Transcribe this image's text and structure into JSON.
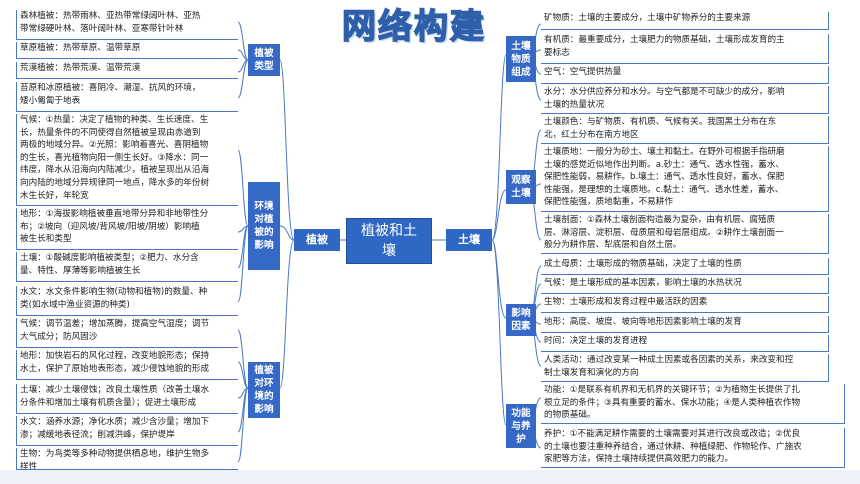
{
  "title": "网络构建",
  "center": {
    "label": "植被和土\n壤"
  },
  "left": {
    "label": "植被",
    "groups": [
      {
        "label": "植被\n类型",
        "items": [
          {
            "lines": [
              "森林植被：热带雨林、亚热带常绿阔叶林、亚热",
              "带常绿硬叶林、落叶阔叶林、亚寒带针叶林"
            ]
          },
          {
            "lines": [
              "草原植被：热带草原、温带草原"
            ]
          },
          {
            "lines": [
              "荒漠植被：热带荒漠、温带荒漠"
            ]
          },
          {
            "lines": [
              "苔原和冰原植被：喜阴冷、潮湿、抗风的环境，",
              "矮小匍匐于地表"
            ]
          }
        ]
      },
      {
        "label": "环境\n对植\n被的\n影响",
        "items": [
          {
            "lines": [
              "气候：①热量：决定了植物的种类、生长速度、生",
              "长，热量条件的不同使得自然植被呈现由赤道到",
              "两极的地域分异。②光照：影响着喜光、喜阴植物",
              "的生长，喜光植物向阳一侧生长好。③降水：同一",
              "纬度，降水从沿海向内陆减少，植被呈现出从沿海",
              "向内陆的地域分异规律同一地点，降水多的年份树",
              "木生长好，年轮宽"
            ]
          },
          {
            "lines": [
              "地形：①海拔影响植被垂直地带分异和非地带性分",
              "布；②坡向（迎风坡/背风坡/阳坡/阴坡）影响植",
              "被生长和类型"
            ]
          },
          {
            "lines": [
              "土壤：①酸碱度影响植被类型；②肥力、水分含",
              "量、特性、厚薄等影响植被生长"
            ]
          },
          {
            "lines": [
              "水文：水文条件影响生物(动物和植物)的数量、种",
              "类(如水域中渔业资源的种类)"
            ]
          }
        ]
      },
      {
        "label": "植被\n对环\n境的\n影响",
        "items": [
          {
            "lines": [
              "气候：调节温差；增加蒸腾，提高空气湿度；调节",
              "大气成分；防风固沙"
            ]
          },
          {
            "lines": [
              "地形：加快岩石的风化过程，改变地貌形态；保持",
              "水土，保护了原始地表形态，减少侵蚀地貌的形成"
            ]
          },
          {
            "lines": [
              "土壤：减少土壤侵蚀；改良土壤性质（改善土壤水",
              "分条件和增加土壤有机质含量）；促进土壤形成"
            ]
          },
          {
            "lines": [
              "水文：涵养水源；净化水质；减少含沙量；增加下",
              "渗；减缓地表径流；削减洪峰，保护堤岸"
            ]
          },
          {
            "lines": [
              "生物：为鸟类等多种动物提供栖息地，维护生物多",
              "样性"
            ]
          }
        ]
      }
    ]
  },
  "right": {
    "label": "土壤",
    "groups": [
      {
        "label": "土壤\n物质\n组成",
        "items": [
          {
            "lines": [
              "矿物质：土壤的主要成分，土壤中矿物养分的主要来源"
            ]
          },
          {
            "lines": [
              "有机质：最重要成分，土壤肥力的物质基础，土壤形成发育的主",
              "要标志"
            ]
          },
          {
            "lines": [
              "空气：空气提供热量"
            ]
          },
          {
            "lines": [
              "水分：水分供应养分和水分。与空气都是不可缺少的成分，影响",
              "土壤的热量状况"
            ]
          }
        ]
      },
      {
        "label": "观察\n土壤",
        "items": [
          {
            "lines": [
              "土壤颜色：与矿物质、有机质、气候有关。我国黑土分布在东",
              "北，红土分布在南方地区"
            ]
          },
          {
            "lines": [
              "土壤质地：一般分为砂土、壤土和黏土。在野外可根据手指研磨",
              "土壤的感觉近似地作出判断。a.砂土：通气、透水性强，蓄水、",
              "保肥性能弱，易耕作。b.壤土：通气、透水性良好，蓄水、保肥",
              "性能强，是理想的土壤质地。c.黏土：通气、透水性差，蓄水、",
              "保肥性能强，质地黏重，不易耕作"
            ]
          },
          {
            "lines": [
              "土壤剖面：①森林土壤剖面构造最为复杂，由有机层、腐殖质",
              "层、淋溶层、淀积层、母质层和母岩层组成。②耕作土壤剖面一",
              "般分为耕作层、犁底层和自然土层。"
            ]
          }
        ]
      },
      {
        "label": "影响\n因素",
        "items": [
          {
            "lines": [
              "成土母质：土壤形成的物质基础，决定了土壤的性质"
            ]
          },
          {
            "lines": [
              "气候：是土壤形成的基本因素，影响土壤的水热状况"
            ]
          },
          {
            "lines": [
              "生物：土壤形成和发育过程中最活跃的因素"
            ]
          },
          {
            "lines": [
              "地形：高度、坡度、坡向等地形因素影响土壤的发育"
            ]
          },
          {
            "lines": [
              "时间：决定土壤的发育进程"
            ]
          },
          {
            "lines": [
              "人类活动：通过改变某一种成土因素或各因素的关系，来改变和控",
              "制土壤发育和演化的方向"
            ]
          }
        ]
      },
      {
        "label": "功能\n与养\n护",
        "items": [
          {
            "lines": [
              "功能：①是联系有机界和无机界的关键环节；②为植物生长提供了扎",
              "根立足的条件；③具有重要的蓄水、保水功能；④是人类种植农作物",
              "的物质基础。"
            ]
          },
          {
            "lines": [
              "养护：①不能满足耕作需要的土壤需要对其进行改良或改造；②优良",
              "的土壤也要注重种养结合，通过休耕、种植绿肥、作物轮作、广施农",
              "家肥等方法，保持土壤持续提供高效肥力的能力。"
            ]
          }
        ]
      }
    ]
  }
}
